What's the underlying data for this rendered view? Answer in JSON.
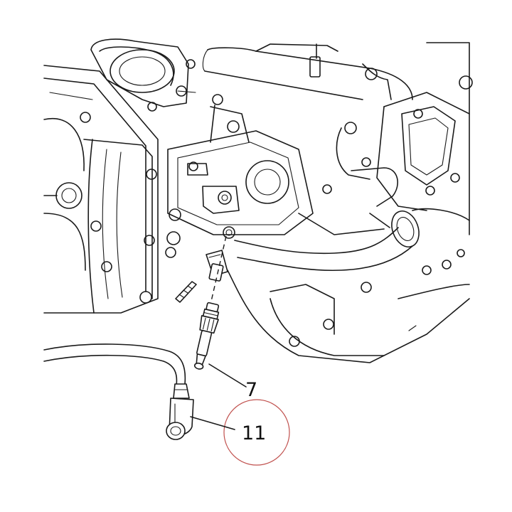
{
  "callouts": [
    {
      "id": "7",
      "label": "7"
    },
    {
      "id": "11",
      "label": "11"
    }
  ],
  "highlight": {
    "target": "11",
    "color": "#c0504d"
  }
}
